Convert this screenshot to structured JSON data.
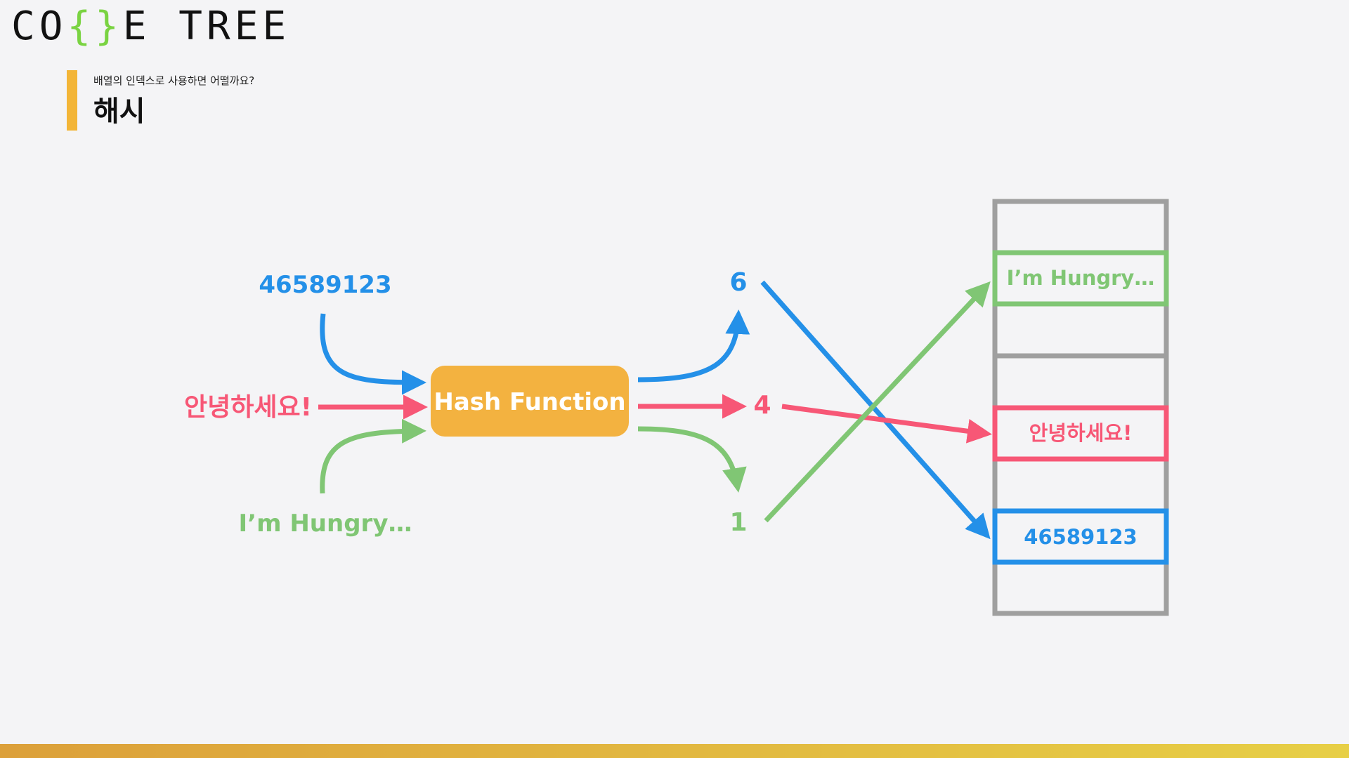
{
  "logo": {
    "left": "CO",
    "brace": "{}",
    "right": "E TREE"
  },
  "header": {
    "subtitle": "배열의 인덱스로 사용하면 어떨까요?",
    "title": "해시"
  },
  "diagram": {
    "inputs": [
      "46589123",
      "안녕하세요!",
      "I’m Hungry…"
    ],
    "function_label": "Hash Function",
    "outputs": [
      "6",
      "4",
      "1"
    ],
    "table_entries": [
      "I’m Hungry…",
      "안녕하세요!",
      "46589123"
    ]
  },
  "colors": {
    "blue": "#2490e8",
    "pink": "#f75776",
    "green": "#80c674",
    "orange": "#f3b240",
    "gray": "#9f9f9f",
    "accent_bar": "#f3b537"
  }
}
